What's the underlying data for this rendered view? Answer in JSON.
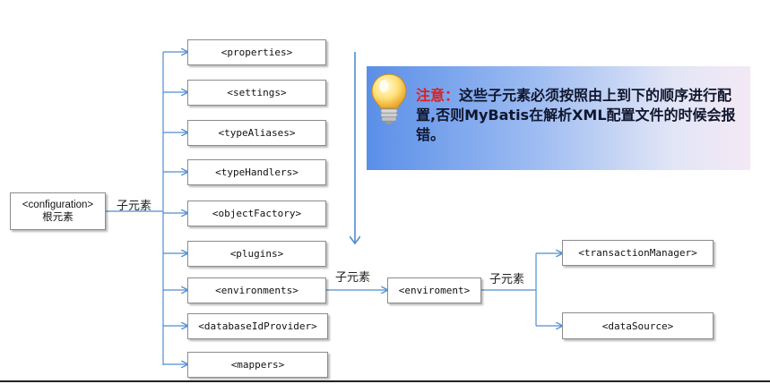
{
  "root": {
    "line1": "<configuration>",
    "line2": "根元素"
  },
  "children": [
    "<properties>",
    "<settings>",
    "<typeAliases>",
    "<typeHandlers>",
    "<objectFactory>",
    "<plugins>",
    "<environments>",
    "<databaseIdProvider>",
    "<mappers>"
  ],
  "environment": "<enviroment>",
  "env_children": [
    "<transactionManager>",
    "<dataSource>"
  ],
  "edge_labels": {
    "root": "子元素",
    "environments": "子元素",
    "environment": "子元素"
  },
  "note": {
    "title": "注意：",
    "body": "这些子元素必须按照由上到下的顺序进行配置,否则MyBatis在解析XML配置文件的时候会报错。"
  },
  "colors": {
    "connector": "#4f8ed1",
    "note_title": "#e0201c",
    "box_border": "#8c8c8c"
  }
}
